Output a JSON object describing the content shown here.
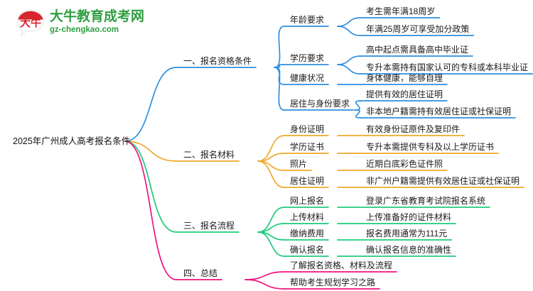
{
  "logo": {
    "mark_text": "大牛",
    "title": "大牛教育成考网",
    "subtitle": "gz-chengkao.com",
    "brand_green": "#2f9e41",
    "brand_red": "#d7262c"
  },
  "mindmap": {
    "root": {
      "label": "2025年广州成人高考报名条件"
    },
    "colors": {
      "branch1": "#2e8fe0",
      "branch2": "#f0a92a",
      "branch3": "#1ecb7b",
      "branch4": "#f0137f"
    },
    "branches": [
      {
        "label": "一、报名资格条件",
        "color": "#2e8fe0",
        "children": [
          {
            "label": "年龄要求",
            "leaves": [
              "考生需年满18周岁",
              "年满25周岁可享受加分政策"
            ]
          },
          {
            "label": "学历要求",
            "leaves": [
              "高中起点需具备高中毕业证",
              "专升本需持有国家认可的专科或本科毕业证"
            ]
          },
          {
            "label": "健康状况",
            "leaves": [
              "身体健康，能够自理"
            ]
          },
          {
            "label": "居住与身份要求",
            "leaves": [
              "提供有效的居住证明",
              "非本地户籍需持有效居住证或社保证明"
            ]
          }
        ]
      },
      {
        "label": "二、报名材料",
        "color": "#f0a92a",
        "children": [
          {
            "label": "身份证明",
            "leaves": [
              "有效身份证原件及复印件"
            ]
          },
          {
            "label": "学历证书",
            "leaves": [
              "专升本需提供专科及以上学历证书"
            ]
          },
          {
            "label": "照片",
            "leaves": [
              "近期白底彩色证件照"
            ]
          },
          {
            "label": "居住证明",
            "leaves": [
              "非广州户籍需提供有效居住证或社保证明"
            ]
          }
        ]
      },
      {
        "label": "三、报名流程",
        "color": "#1ecb7b",
        "children": [
          {
            "label": "网上报名",
            "leaves": [
              "登录广东省教育考试院报名系统"
            ]
          },
          {
            "label": "上传材料",
            "leaves": [
              "上传准备好的证件材料"
            ]
          },
          {
            "label": "缴纳费用",
            "leaves": [
              "报名费用通常为111元"
            ]
          },
          {
            "label": "确认报名",
            "leaves": [
              "确认报名信息的准确性"
            ]
          }
        ]
      },
      {
        "label": "四、总结",
        "color": "#f0137f",
        "children": [
          {
            "label": "了解报名资格、材料及流程",
            "leaves": []
          },
          {
            "label": "帮助考生规划学习之路",
            "leaves": []
          }
        ]
      }
    ]
  }
}
